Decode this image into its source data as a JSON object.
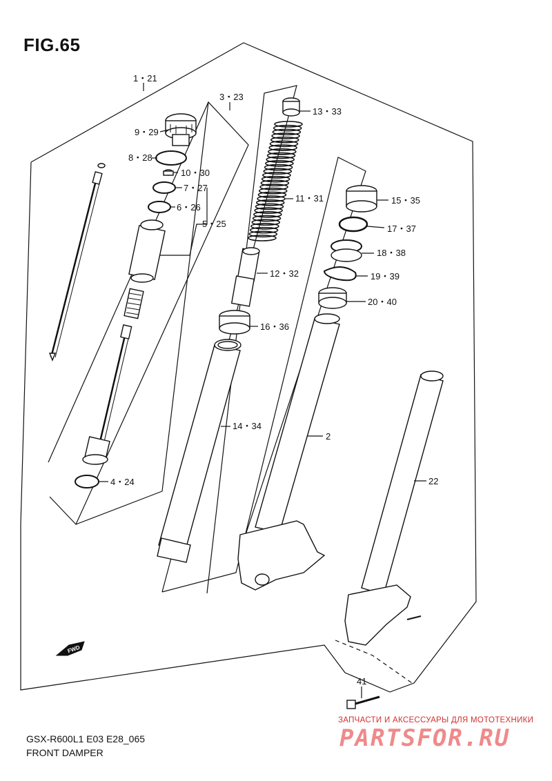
{
  "figure": {
    "title": "FIG.65"
  },
  "callouts": [
    {
      "id": "c1",
      "text": "1・21"
    },
    {
      "id": "c3",
      "text": "3・23"
    },
    {
      "id": "c9",
      "text": "9・29"
    },
    {
      "id": "c8",
      "text": "8・28"
    },
    {
      "id": "c10",
      "text": "10・30"
    },
    {
      "id": "c7",
      "text": "7・27"
    },
    {
      "id": "c6",
      "text": "6・26"
    },
    {
      "id": "c5",
      "text": "5・25"
    },
    {
      "id": "c13",
      "text": "13・33"
    },
    {
      "id": "c11",
      "text": "11・31"
    },
    {
      "id": "c12",
      "text": "12・32"
    },
    {
      "id": "c16",
      "text": "16・36"
    },
    {
      "id": "c14",
      "text": "14・34"
    },
    {
      "id": "c4",
      "text": "4・24"
    },
    {
      "id": "c15",
      "text": "15・35"
    },
    {
      "id": "c17",
      "text": "17・37"
    },
    {
      "id": "c18",
      "text": "18・38"
    },
    {
      "id": "c19",
      "text": "19・39"
    },
    {
      "id": "c20",
      "text": "20・40"
    },
    {
      "id": "c2",
      "text": "2"
    },
    {
      "id": "c22",
      "text": "22"
    },
    {
      "id": "c41",
      "text": "41"
    }
  ],
  "fwd_arrow": {
    "text": "FWD"
  },
  "footer": {
    "model_code": "GSX-R600L1 E03 E28_065",
    "section_name": "FRONT DAMPER"
  },
  "watermark": {
    "tagline": "ЗАПЧАСТИ И АКСЕССУАРЫ ДЛЯ МОТОТЕХНИКИ",
    "logo": "PARTSFOR.RU"
  }
}
